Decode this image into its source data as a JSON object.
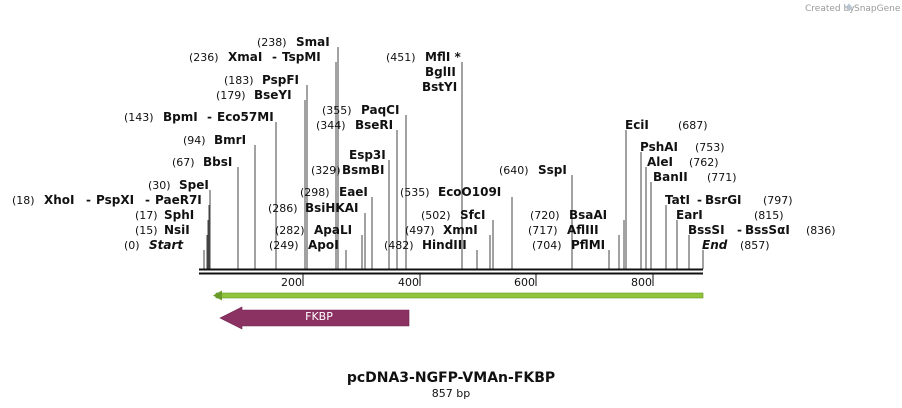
{
  "credit": {
    "prefix": "Created by",
    "brand": "SnapGene",
    "logo_icon": "snapgene-logo-icon"
  },
  "plasmid": {
    "name": "pcDNA3-NGFP-VMAn-FKBP",
    "length_label": "857 bp"
  },
  "ruler": {
    "ticks": [
      "200",
      "400",
      "600",
      "800"
    ]
  },
  "features": [
    {
      "name": "",
      "type": "green-arrow",
      "start": 26,
      "end": 857,
      "direction": "reverse",
      "color": "#8fc43c"
    },
    {
      "name": "FKBP",
      "type": "arrow",
      "start": 34,
      "end": 345,
      "direction": "reverse",
      "color": "#8b3263"
    }
  ],
  "sites": [
    {
      "pos": "(0)",
      "name": "Start",
      "italic": true
    },
    {
      "pos": "(15)",
      "name": "NsiI"
    },
    {
      "pos": "(17)",
      "name": "SphI"
    },
    {
      "pos": "(18)",
      "name": "XhoI",
      "sep": "-",
      "name2": "PspXI",
      "name3": "PaeR7I"
    },
    {
      "pos": "(30)",
      "name": "SpeI"
    },
    {
      "pos": "(67)",
      "name": "BbsI"
    },
    {
      "pos": "(94)",
      "name": "BmrI"
    },
    {
      "pos": "(143)",
      "name": "BpmI",
      "sep": "-",
      "name2": "Eco57MI"
    },
    {
      "pos": "(179)",
      "name": "BseYI"
    },
    {
      "pos": "(183)",
      "name": "PspFI"
    },
    {
      "pos": "(236)",
      "name": "XmaI",
      "sep": "-",
      "name2": "TspMI"
    },
    {
      "pos": "(238)",
      "name": "SmaI"
    },
    {
      "pos": "(249)",
      "name": "ApoI"
    },
    {
      "pos": "(282)",
      "name": "ApaLI"
    },
    {
      "pos": "(286)",
      "name": "BsiHKAI"
    },
    {
      "pos": "(298)",
      "name": "EaeI"
    },
    {
      "pos": "(329)",
      "name": "Esp3I",
      "name_line2": "BsmBI"
    },
    {
      "pos": "(344)",
      "name": "BseRI"
    },
    {
      "pos": "(355)",
      "name": "PaqCI"
    },
    {
      "pos": "(451)",
      "name": "MflI *",
      "name_line2": "BglII",
      "name_line3": "BstYI"
    },
    {
      "pos": "(482)",
      "name": "HindIII"
    },
    {
      "pos": "(497)",
      "name": "XmnI"
    },
    {
      "pos": "(502)",
      "name": "SfcI"
    },
    {
      "pos": "(535)",
      "name": "EcoO109I"
    },
    {
      "pos": "(640)",
      "name": "SspI"
    },
    {
      "pos": "(687)",
      "name": "EciI"
    },
    {
      "pos": "(704)",
      "name": "PflMI"
    },
    {
      "pos": "(717)",
      "name": "AflIII"
    },
    {
      "pos": "(720)",
      "name": "BsaAI"
    },
    {
      "pos": "(753)",
      "name": "PshAI"
    },
    {
      "pos": "(762)",
      "name": "AleI"
    },
    {
      "pos": "(771)",
      "name": "BanII"
    },
    {
      "pos": "(797)",
      "name": "TatI",
      "sep": "-",
      "name2": "BsrGI"
    },
    {
      "pos": "(815)",
      "name": "EarI"
    },
    {
      "pos": "(836)",
      "name": "BssSI",
      "sep": "-",
      "name2": "BssSαI"
    },
    {
      "pos": "(857)",
      "name": "End",
      "italic": true
    }
  ]
}
